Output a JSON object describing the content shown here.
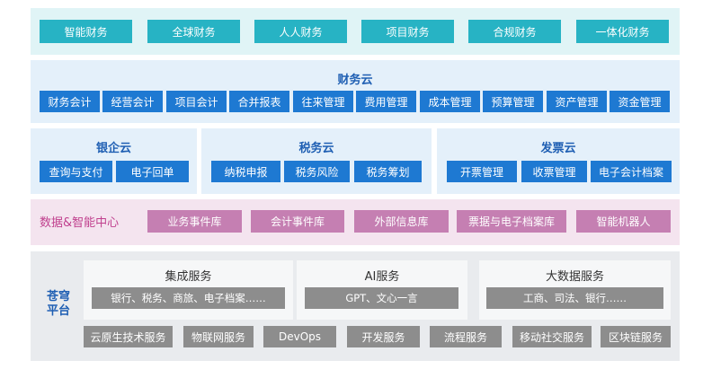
{
  "top_row": {
    "items": [
      "智能财务",
      "全球财务",
      "人人财务",
      "项目财务",
      "合规财务",
      "一体化财务"
    ]
  },
  "finance_cloud": {
    "title": "财务云",
    "items": [
      "财务会计",
      "经营会计",
      "项目会计",
      "合并报表",
      "往来管理",
      "费用管理",
      "成本管理",
      "预算管理",
      "资产管理",
      "资金管理"
    ]
  },
  "bank_cloud": {
    "title": "银企云",
    "items": [
      "查询与支付",
      "电子回单"
    ]
  },
  "tax_cloud": {
    "title": "税务云",
    "items": [
      "纳税申报",
      "税务风险",
      "税务筹划"
    ]
  },
  "invoice_cloud": {
    "title": "发票云",
    "items": [
      "开票管理",
      "收票管理",
      "电子会计档案"
    ]
  },
  "data_center": {
    "label": "数据&智能中心",
    "items": [
      "业务事件库",
      "会计事件库",
      "外部信息库",
      "票据与电子档案库",
      "智能机器人"
    ]
  },
  "platform": {
    "label_line1": "苍穹",
    "label_line2": "平台",
    "services": [
      {
        "title": "集成服务",
        "detail": "银行、税务、商旅、电子档案……"
      },
      {
        "title": "AI服务",
        "detail": "GPT、文心一言"
      },
      {
        "title": "大数据服务",
        "detail": "工商、司法、银行……"
      }
    ],
    "bottom_items": [
      "云原生技术服务",
      "物联网服务",
      "DevOps",
      "开发服务",
      "流程服务",
      "移动社交服务",
      "区块链服务"
    ]
  }
}
